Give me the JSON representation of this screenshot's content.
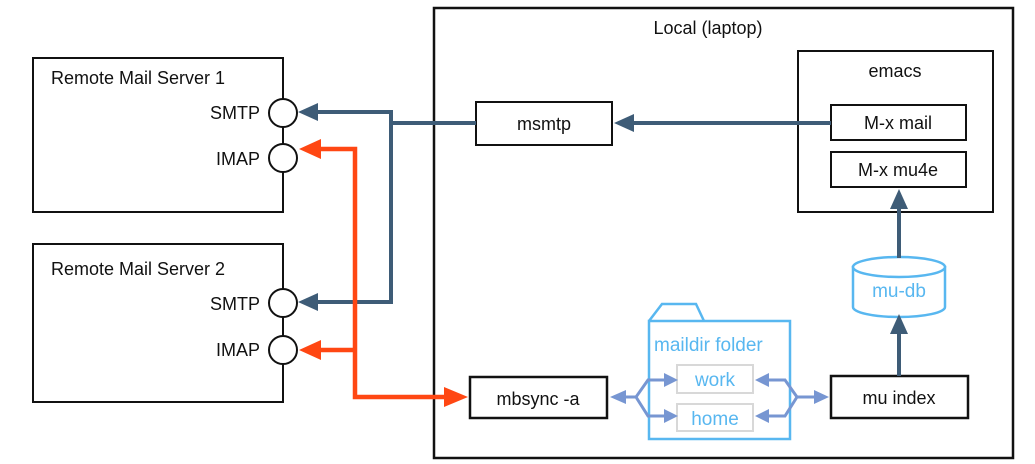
{
  "colors": {
    "ink": "#111111",
    "dark": "#3E5C77",
    "red": "#FF4713",
    "blue": "#58B7F0",
    "peri": "#7796D2",
    "gray": "#D8D8D8"
  },
  "diagram": {
    "server1": {
      "title": "Remote Mail Server 1",
      "ports": {
        "smtp": "SMTP",
        "imap": "IMAP"
      }
    },
    "server2": {
      "title": "Remote Mail Server 2",
      "ports": {
        "smtp": "SMTP",
        "imap": "IMAP"
      }
    },
    "local": {
      "title": "Local (laptop)",
      "msmtp": "msmtp",
      "emacs": {
        "title": "emacs",
        "mail": "M-x mail",
        "mu4e": "M-x mu4e"
      },
      "mudb": "mu-db",
      "muindex": "mu index",
      "mbsync": "mbsync -a",
      "maildir": {
        "title": "maildir folder",
        "work": "work",
        "home": "home"
      }
    }
  }
}
